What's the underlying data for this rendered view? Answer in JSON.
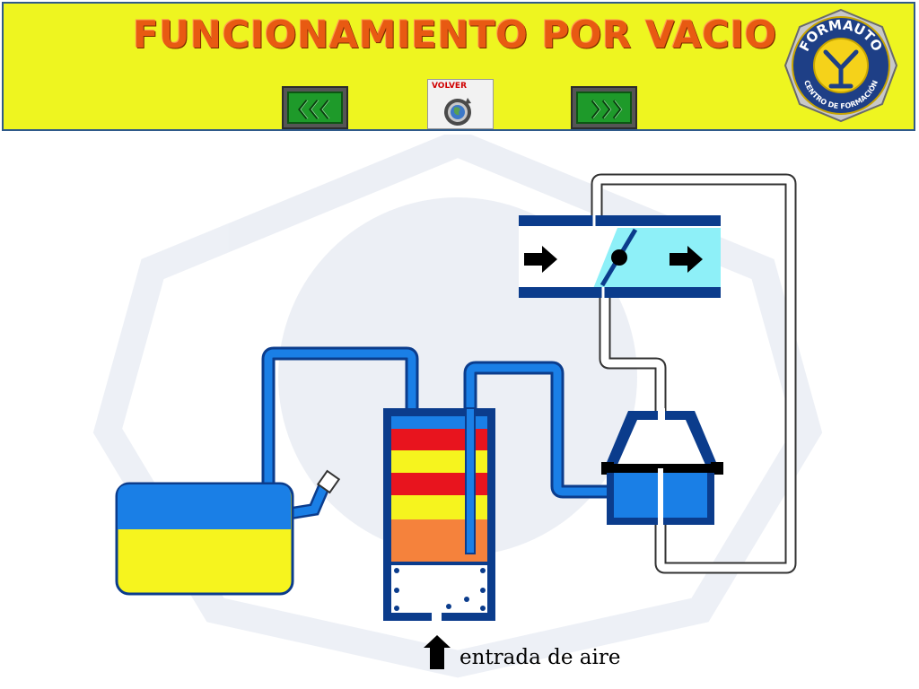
{
  "header": {
    "title": "FUNCIONAMIENTO POR VACIO",
    "background": "#eef520",
    "title_color": "#e85a12"
  },
  "nav": {
    "prev_icon": "triple-left-arrows-icon",
    "next_icon": "triple-right-arrows-icon",
    "back_label": "VOLVER",
    "back_icon": "globe-return-icon"
  },
  "logo": {
    "top_text": "FORMAUTO",
    "bottom_text": "CENTRO DE FORMACIÓN"
  },
  "diagram": {
    "caption": "entrada de aire",
    "colors": {
      "pipe": "#1a7fe6",
      "pipe_outline": "#0b3c8c",
      "tank_top": "#1a7fe6",
      "tank_bottom": "#f6f41e",
      "stripe_red": "#e8141e",
      "stripe_yellow": "#f6f41e",
      "stripe_orange": "#f5823c",
      "throttle_fill": "#8ef0f8"
    }
  }
}
